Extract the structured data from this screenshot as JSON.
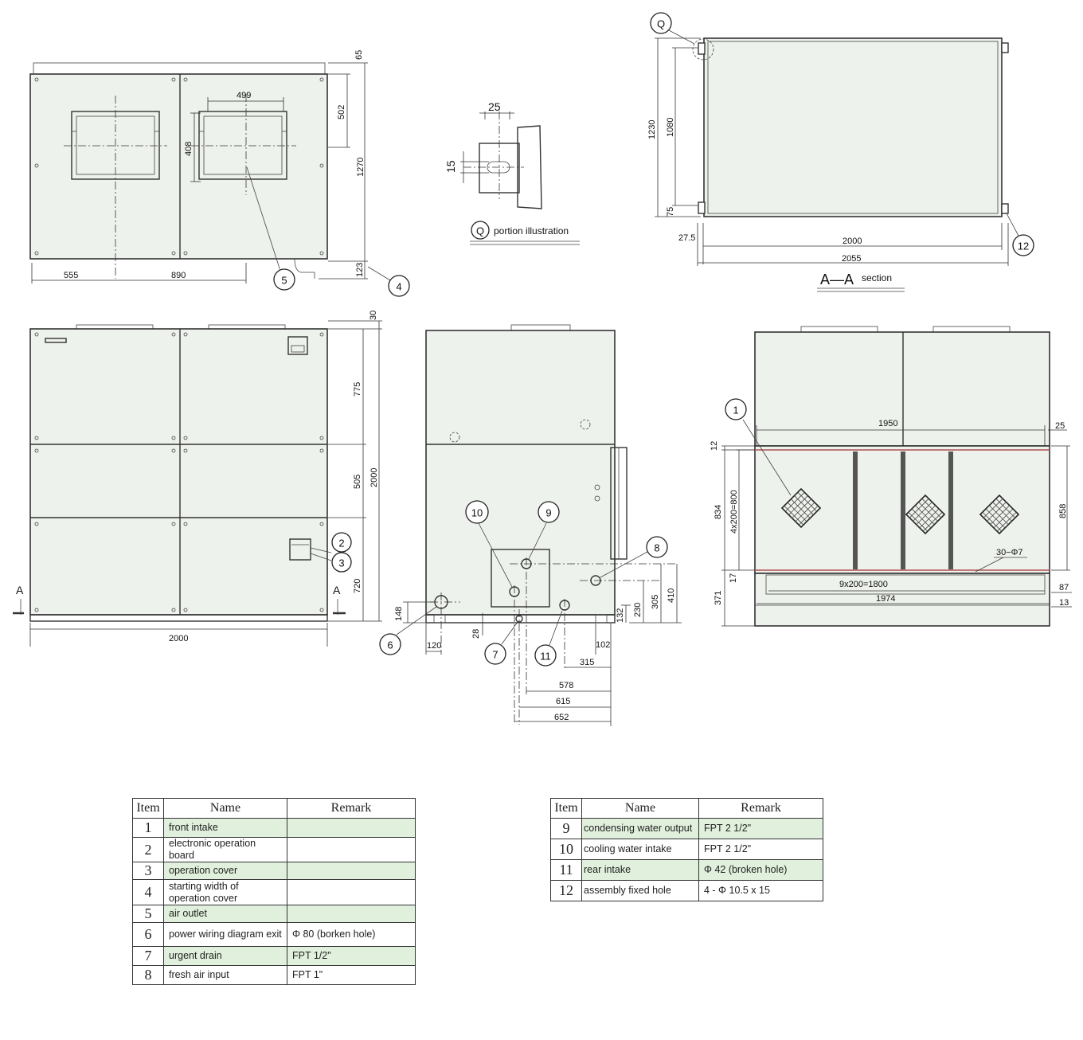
{
  "front_view": {
    "dims": {
      "d555": "555",
      "d890": "890",
      "d499": "499",
      "d408": "408",
      "d502": "502",
      "d1270": "1270",
      "d65": "65",
      "d123": "123"
    }
  },
  "detail_q": {
    "dims": {
      "d25": "25",
      "d15": "15"
    },
    "callout": "Q",
    "caption": "portion illustration"
  },
  "section_aa": {
    "dims": {
      "d1230": "1230",
      "d1080": "1080",
      "d75": "75",
      "d27_5": "27.5",
      "d2000": "2000",
      "d2055": "2055"
    },
    "callout": "Q",
    "title": "A—A",
    "title_suffix": "section"
  },
  "elevation": {
    "dims": {
      "d30": "30",
      "d775": "775",
      "d505": "505",
      "d720": "720",
      "d2000v": "2000",
      "d2000h": "2000"
    },
    "section_mark": "A"
  },
  "side_view": {
    "dims": {
      "d148": "148",
      "d120": "120",
      "d28": "28",
      "d132": "132",
      "d230": "230",
      "d305": "305",
      "d410": "410",
      "d102": "102",
      "d315": "315",
      "d578": "578",
      "d615": "615",
      "d652": "652"
    }
  },
  "rear_view": {
    "dims": {
      "d1950": "1950",
      "d25": "25",
      "d12": "12",
      "d834": "834",
      "d4x200": "4x200=800",
      "d17": "17",
      "d371": "371",
      "d858": "858",
      "d30_7": "30−Φ7",
      "d9x200": "9x200=1800",
      "d1974": "1974",
      "d87": "87",
      "d13": "13"
    }
  },
  "callouts": [
    "1",
    "2",
    "3",
    "4",
    "5",
    "6",
    "7",
    "8",
    "9",
    "10",
    "11",
    "12"
  ],
  "tables": {
    "headers": {
      "item": "Item",
      "name": "Name",
      "remark": "Remark"
    },
    "left": [
      {
        "item": "1",
        "name": "front intake",
        "remark": ""
      },
      {
        "item": "2",
        "name": "electronic operation board",
        "remark": ""
      },
      {
        "item": "3",
        "name": "operation cover",
        "remark": ""
      },
      {
        "item": "4",
        "name": "starting width of operation cover",
        "remark": ""
      },
      {
        "item": "5",
        "name": "air outlet",
        "remark": ""
      },
      {
        "item": "6",
        "name": "power wiring diagram exit",
        "remark": "Φ 80   (borken  hole)"
      },
      {
        "item": "7",
        "name": "urgent drain",
        "remark": "FPT 1/2\""
      },
      {
        "item": "8",
        "name": "fresh air input",
        "remark": "FPT 1\""
      }
    ],
    "right": [
      {
        "item": "9",
        "name": "condensing water output",
        "remark": "FPT  2  1/2\""
      },
      {
        "item": "10",
        "name": "cooling water intake",
        "remark": "FPT  2  1/2\""
      },
      {
        "item": "11",
        "name": "rear intake",
        "remark": "Φ 42  (broken hole)"
      },
      {
        "item": "12",
        "name": "assembly fixed hole",
        "remark": "4 - Φ 10.5 x 15"
      }
    ]
  }
}
